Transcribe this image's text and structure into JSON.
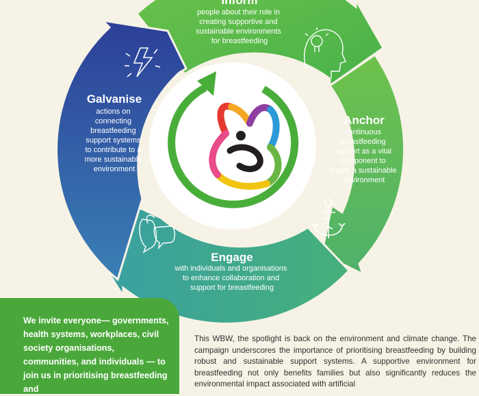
{
  "cycle": {
    "inform": {
      "title": "Inform",
      "lines": [
        "people about their role in",
        "creating supportive and",
        "sustainable environments",
        "for breastfeeding"
      ]
    },
    "anchor": {
      "title": "Anchor",
      "lines": [
        "continuous",
        "breastfeeding",
        "support as a vital",
        "component to",
        "create a sustainable",
        "environment"
      ]
    },
    "engage": {
      "title": "Engage",
      "lines": [
        "with individuals and organisations",
        "to enhance collaboration and",
        "support for breastfeeding"
      ]
    },
    "galvanise": {
      "title": "Galvanise",
      "lines": [
        "actions on",
        "connecting",
        "breastfeeding",
        "support systems",
        "to contribute to a",
        "more sustainable",
        "environment"
      ]
    }
  },
  "invite_text": "We invite everyone— governments, health systems, workplaces, civil society organisations, communities, and individuals — to join us in prioritising breastfeeding and",
  "wbw_paragraph": "This WBW, the spotlight is back on the environment and climate change. The campaign underscores the importance of prioritising breastfeeding by building robust and sustainable support systems. A supportive environment for breastfeeding not only benefits families but also significantly reduces the environmental impact associated with artificial",
  "colors": {
    "background": "#f6f3e6",
    "invite_green": "#4aa83a",
    "inform_top": "#5bbf3f",
    "anchor": "#63bb44",
    "engage": "#3aa88f",
    "galvanise": "#2f4fa3",
    "center_ring": "#49ad3a"
  }
}
